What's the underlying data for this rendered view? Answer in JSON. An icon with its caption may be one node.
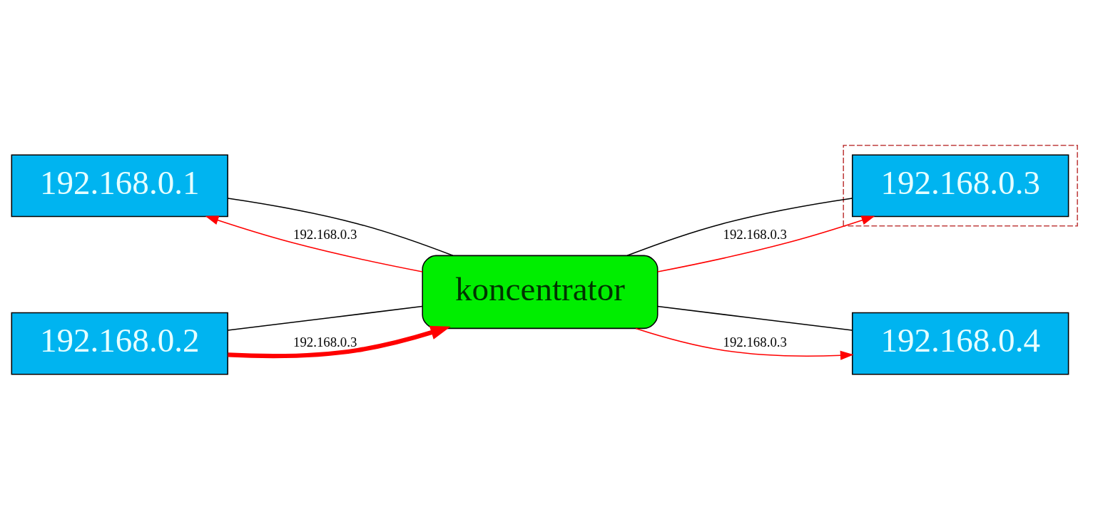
{
  "diagram": {
    "nodes": [
      {
        "text": [
          "192.168.0.1"
        ]
      },
      {
        "text": [],
        "shape": "box"
      },
      {
        "text": [
          "192.168.0.3"
        ],
        "in": 1
      },
      {
        "text": [
          "koncentrator"
        ]
      },
      {
        "text": [
          "192.168.0.2"
        ]
      },
      {
        "text": [
          "192.168.0.4"
        ]
      }
    ],
    "edges": [
      {
        "from": 0,
        "to": 3,
        "arrow": "none"
      },
      {
        "from": 4,
        "to": 3,
        "arrow": "none"
      },
      {
        "from": 3,
        "to": 2,
        "arrow": "none"
      },
      {
        "from": 3,
        "to": 5,
        "arrow": "none"
      },
      {
        "from": 3,
        "to": 0,
        "arrow": "to",
        "label": "192.168.0.3",
        "color": "#ff0000"
      },
      {
        "from": 3,
        "to": 2,
        "arrow": "to",
        "label": "192.168.0.3",
        "color": "#ff0000"
      },
      {
        "from": 4,
        "to": 3,
        "arrow": "to",
        "label": "192.168.0.3",
        "color": "#ff0000",
        "style": "thick"
      },
      {
        "from": 3,
        "to": 5,
        "arrow": "to",
        "label": "192.168.0.3",
        "color": "#ff0000"
      }
    ]
  }
}
